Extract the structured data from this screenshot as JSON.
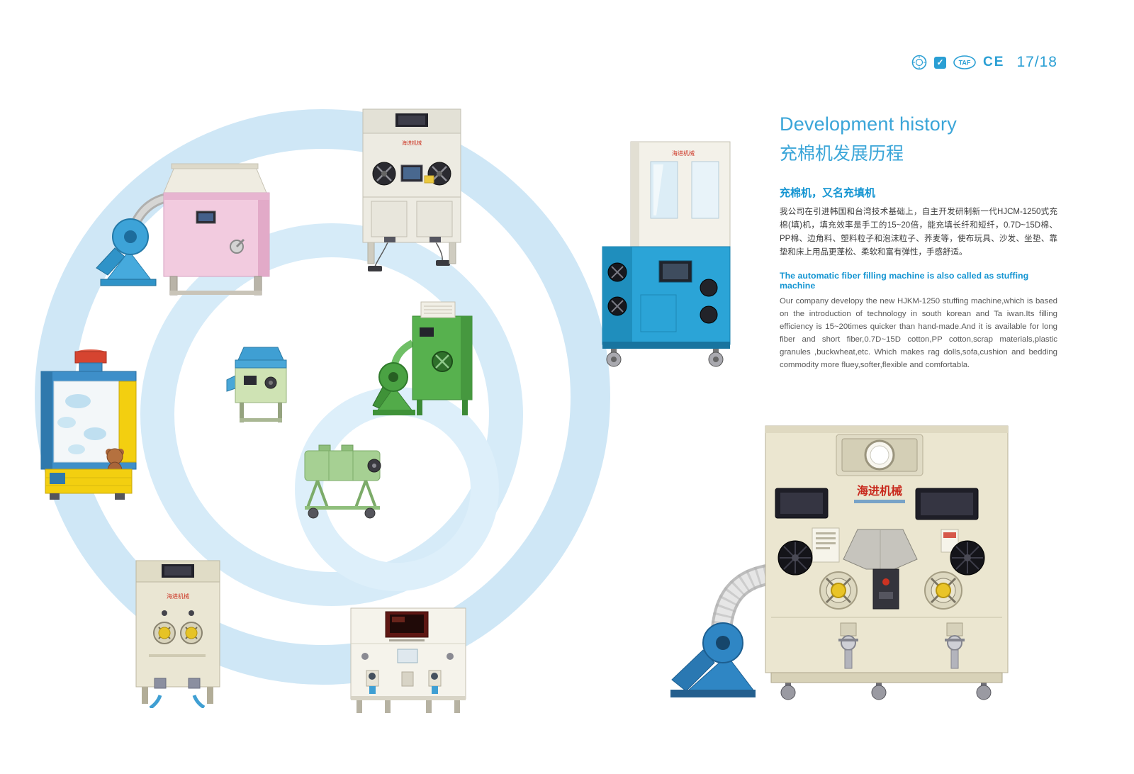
{
  "page": {
    "number": "17/18",
    "check_glyph": "✓",
    "taf_label": "TAF",
    "ce_label": "CE"
  },
  "header": {
    "title_en": "Development history",
    "title_zh": "充棉机发展历程"
  },
  "intro_zh": {
    "heading": "充棉机，又名充填机",
    "body": "我公司在引进韩国和台湾技术基础上，自主开发研制新一代HJCM-1250式充棉(填)机，填充效率是手工的15~20倍，能充填长纤和短纤，0.7D~15D棉、PP棉、边角料、塑料粒子和泡沫粒子、荞麦等，使布玩具、沙发、坐垫、靠垫和床上用品更蓬松、柔软和富有弹性，手感舒适。"
  },
  "intro_en": {
    "heading": "The automatic fiber filling machine is also called as stuffing machine",
    "body": "Our company developy the new HJKM-1250 stuffing machine,which is based on the introduction of technology in south korean and Ta iwan.Its filling efficiency is 15~20times quicker than hand-made.And it is available for long fiber and short fiber,0.7D~15D cotton,PP cotton,scrap materials,plastic granules ,buckwheat,etc. Which makes rag dolls,sofa,cushion and bedding commodity more fluey,softer,flexible and comfortabla."
  },
  "machines": {
    "brand": "海进机械"
  },
  "colors": {
    "accent_blue": "#2a9fd4",
    "heading_blue": "#1595d2",
    "arc_blue": "#cfe7f6",
    "brand_red": "#c8281c"
  }
}
